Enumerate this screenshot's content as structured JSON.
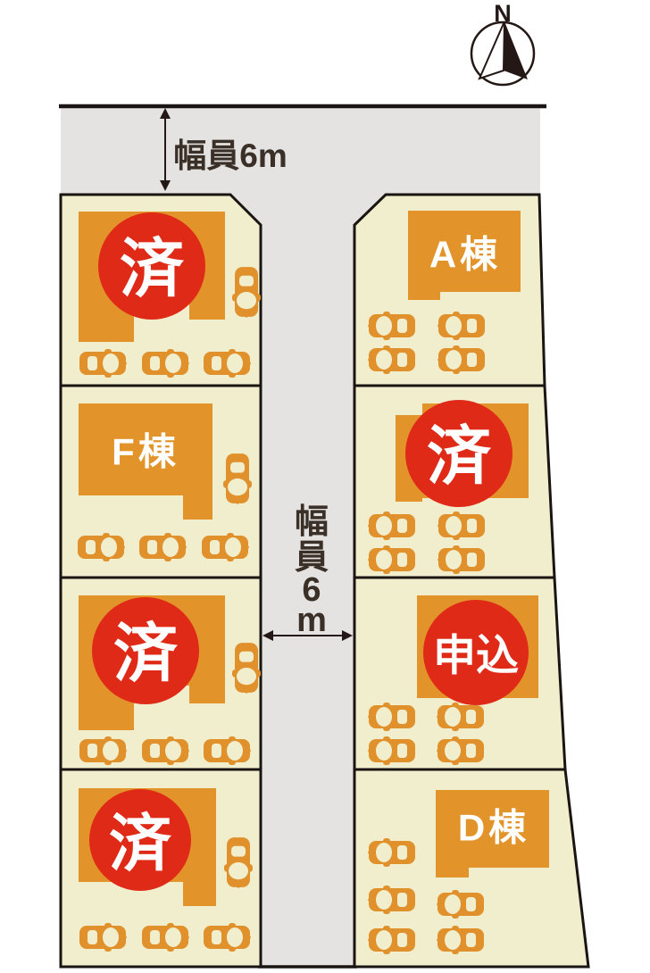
{
  "compass": {
    "label": "N"
  },
  "roads": {
    "top": {
      "width_label": "幅員6m"
    },
    "middle": {
      "width_label": "幅員6m",
      "label_chars": [
        "幅",
        "員",
        "6",
        "m"
      ]
    }
  },
  "colors": {
    "lot_fill": "#f1eecd",
    "road_fill": "#e4e3e1",
    "building_fill": "#e2942a",
    "car_fill": "#e0912c",
    "badge_fill": "#df2a18",
    "badge_text": "#ffffff",
    "outline": "#1a1512"
  },
  "lots": [
    {
      "id": "left-1",
      "column": "left",
      "status": "済",
      "car_count": 4
    },
    {
      "id": "left-2",
      "column": "left",
      "building_label": "F棟",
      "car_count": 4
    },
    {
      "id": "left-3",
      "column": "left",
      "status": "済",
      "car_count": 4
    },
    {
      "id": "left-4",
      "column": "left",
      "status": "済",
      "car_count": 4
    },
    {
      "id": "right-1",
      "column": "right",
      "building_label": "A棟",
      "car_count": 4
    },
    {
      "id": "right-2",
      "column": "right",
      "status": "済",
      "car_count": 4
    },
    {
      "id": "right-3",
      "column": "right",
      "status": "申込",
      "car_count": 4
    },
    {
      "id": "right-4",
      "column": "right",
      "building_label": "D棟",
      "car_count": 5
    }
  ]
}
